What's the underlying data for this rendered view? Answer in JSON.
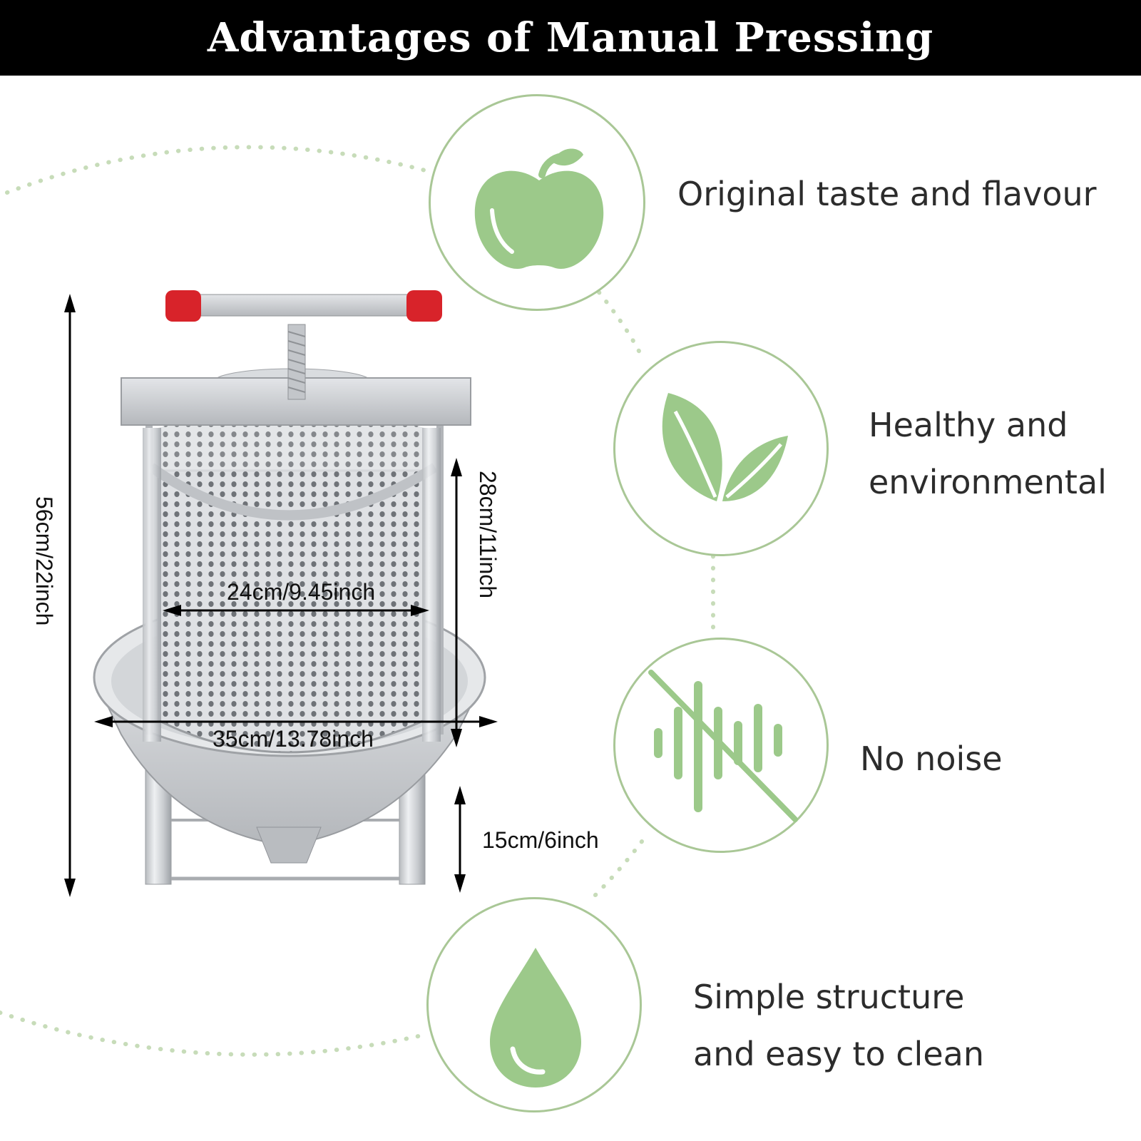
{
  "header": {
    "title": "Advantages of Manual Pressing"
  },
  "features": [
    {
      "icon": "apple-icon",
      "lines": [
        "Original taste and flavour"
      ]
    },
    {
      "icon": "leaves-icon",
      "lines": [
        "Healthy and",
        "environmental"
      ]
    },
    {
      "icon": "no-sound-icon",
      "lines": [
        "No noise"
      ]
    },
    {
      "icon": "water-drop-icon",
      "lines": [
        "Simple structure",
        "and easy to clean"
      ]
    }
  ],
  "dimensions": {
    "height_total": "56cm/22inch",
    "basket_height": "28cm/11inch",
    "basket_diameter": "24cm/9.45inch",
    "tray_diameter": "35cm/13.78inch",
    "leg_height": "15cm/6inch"
  },
  "colors": {
    "accent_green": "#a9c796",
    "icon_green": "#9cc98a",
    "handle_red": "#d8232a",
    "steel": "#c9ccd0"
  }
}
